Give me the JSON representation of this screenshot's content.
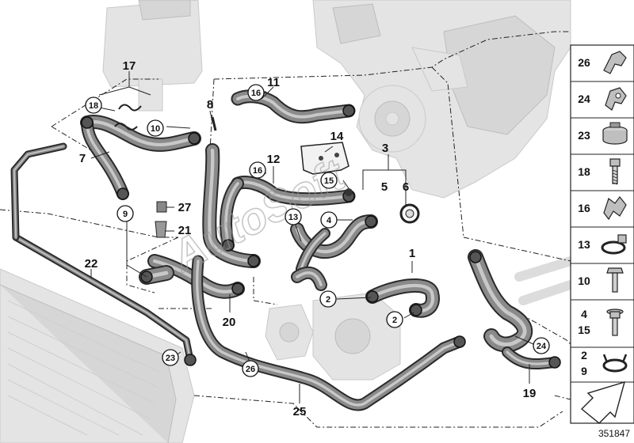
{
  "diagram": {
    "callouts": [
      {
        "id": "17",
        "label": "17",
        "circled": false
      },
      {
        "id": "18",
        "label": "18",
        "circled": true
      },
      {
        "id": "7",
        "label": "7",
        "circled": false
      },
      {
        "id": "10",
        "label": "10",
        "circled": true
      },
      {
        "id": "8",
        "label": "8",
        "circled": false
      },
      {
        "id": "11",
        "label": "11",
        "circled": false
      },
      {
        "id": "16a",
        "label": "16",
        "circled": true
      },
      {
        "id": "14",
        "label": "14",
        "circled": false
      },
      {
        "id": "3",
        "label": "3",
        "circled": false
      },
      {
        "id": "12",
        "label": "12",
        "circled": false
      },
      {
        "id": "16b",
        "label": "16",
        "circled": true
      },
      {
        "id": "15",
        "label": "15",
        "circled": true
      },
      {
        "id": "5",
        "label": "5",
        "circled": false
      },
      {
        "id": "6",
        "label": "6",
        "circled": false
      },
      {
        "id": "9",
        "label": "9",
        "circled": true
      },
      {
        "id": "27",
        "label": "27",
        "circled": false
      },
      {
        "id": "13",
        "label": "13",
        "circled": true
      },
      {
        "id": "4",
        "label": "4",
        "circled": true
      },
      {
        "id": "21",
        "label": "21",
        "circled": false
      },
      {
        "id": "1",
        "label": "1",
        "circled": false
      },
      {
        "id": "22",
        "label": "22",
        "circled": false
      },
      {
        "id": "2a",
        "label": "2",
        "circled": true
      },
      {
        "id": "2b",
        "label": "2",
        "circled": true
      },
      {
        "id": "20",
        "label": "20",
        "circled": false
      },
      {
        "id": "23",
        "label": "23",
        "circled": true
      },
      {
        "id": "24",
        "label": "24",
        "circled": true
      },
      {
        "id": "26",
        "label": "26",
        "circled": true
      },
      {
        "id": "19",
        "label": "19",
        "circled": false
      },
      {
        "id": "25",
        "label": "25",
        "circled": false
      }
    ],
    "watermark": "AutoSoft",
    "doc_number": "351847"
  },
  "legend": {
    "items": [
      {
        "labels": [
          "26"
        ],
        "icon": "clamp-clip-icon"
      },
      {
        "labels": [
          "24"
        ],
        "icon": "spring-clip-icon"
      },
      {
        "labels": [
          "23"
        ],
        "icon": "hose-clamp-band-icon"
      },
      {
        "labels": [
          "18"
        ],
        "icon": "bolt-icon"
      },
      {
        "labels": [
          "16"
        ],
        "icon": "hose-clip-icon"
      },
      {
        "labels": [
          "13"
        ],
        "icon": "worm-clamp-icon"
      },
      {
        "labels": [
          "10"
        ],
        "icon": "hex-bolt-icon"
      },
      {
        "labels": [
          "4",
          "15"
        ],
        "icon": "flange-bolt-icon"
      },
      {
        "labels": [
          "2",
          "9"
        ],
        "icon": "spring-clamp-icon"
      },
      {
        "labels": [],
        "icon": "direction-arrow-icon"
      }
    ]
  }
}
